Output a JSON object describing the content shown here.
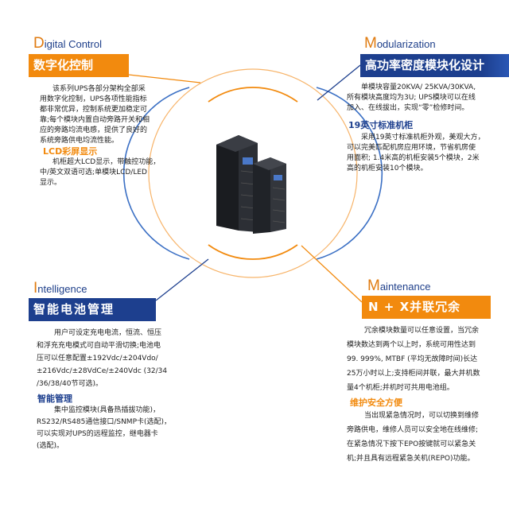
{
  "colors": {
    "orange": "#f28a0e",
    "blue": "#1d3f8e",
    "ring_blue": "#3a6fc4"
  },
  "digital": {
    "en_initial": "D",
    "en_rest": "igital Control",
    "title": "数字化控制",
    "body": [
      "该系列UPS各部分架构全部采",
      "用数字化控制，UPS各项性能指标",
      "都非常优异，控制系统更加稳定可",
      "靠;每个模块内置自动旁路开关和相",
      "应的旁路均流电感，提供了良好的",
      "系统旁路供电均流性能。"
    ],
    "sub": "LCD彩屏显示",
    "sub_body": [
      "机柜超大LCD显示，带触控功能，",
      "中/英文双语可选;单模块LCD/LED",
      "显示。"
    ]
  },
  "modular": {
    "en_initial": "M",
    "en_rest": "odularization",
    "title": "高功率密度模块化设计",
    "body": [
      "单模块容量20KVA/ 25KVA/30KVA,",
      "所有模块高度均为3U; UPS模块可以在线",
      "加入、在线拔出，实现“零”检修时间。"
    ],
    "sub": "19英寸标准机柜",
    "sub_body": [
      "采用19英寸标准机柜外观，美观大方，",
      "可以完美匹配机房应用环境，节省机房使",
      "用面积; 1.4米高的机柜安装5个模块，2米",
      "高的机柜安装10个模块。"
    ]
  },
  "intelligence": {
    "en_initial": "I",
    "en_rest": "ntelligence",
    "title": "智能电池管理",
    "body": [
      "用户可设定充电电流，恒流、恒压",
      "和浮充充电模式可自动平滑切换;电池电",
      "压可以任意配置±192Vdc/±204Vdo/",
      "±216Vdc/±28VdCe/±240Vdc (32/34",
      "/36/38/40节可选)。"
    ],
    "sub": "智能管理",
    "sub_body": [
      "集中监控模块(具备热插拔功能)，",
      "RS232/RS485通信接口/SNMP卡(选配)，",
      "可以实现对UPS的远程监控，继电器卡",
      "(选配)。"
    ]
  },
  "maintenance": {
    "en_initial": "M",
    "en_rest": "aintenance",
    "title": "N + X并联冗余",
    "body": [
      "冗余模块数量可以任意设置，当冗余",
      "模块数达到两个以上时，系统可用性达到",
      "99. 999%, MTBF (平均无故障时间)长达",
      "25万小时以上;支持柜间并联，最大并机数",
      "量4个机柜;并机时可共用电池组。"
    ],
    "sub": "维护安全方便",
    "sub_body": [
      "当出现紧急情况时，可以切换到维修",
      "旁路供电，维修人员可以安全地在线维修;",
      "在紧急情况下按下EPO按键就可以紧急关",
      "机;并且具有远程紧急关机(REPO)功能。"
    ]
  }
}
